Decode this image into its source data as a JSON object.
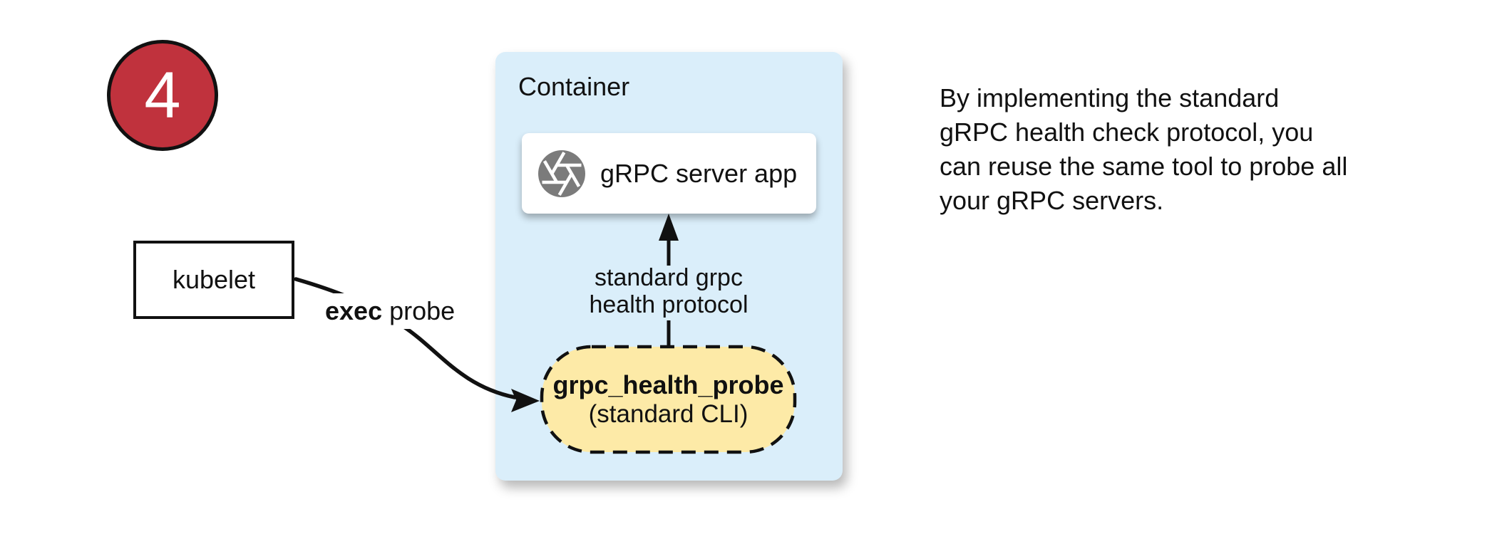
{
  "colors": {
    "badge_red": "#c0323d",
    "container_blue": "#daeefa",
    "probe_yellow": "#fdeaa7",
    "icon_gray": "#7b7b7b",
    "line_black": "#111111"
  },
  "badge": {
    "number": "4"
  },
  "kubelet": {
    "label": "kubelet"
  },
  "container": {
    "title": "Container"
  },
  "server_app": {
    "label": "gRPC server app",
    "icon": "aperture-icon"
  },
  "probe_tool": {
    "name": "grpc_health_probe",
    "subtitle": "(standard CLI)"
  },
  "edges": {
    "exec_probe": {
      "bold": "exec",
      "rest": " probe"
    },
    "health_protocol": {
      "line1": "standard grpc",
      "line2": "health protocol"
    }
  },
  "note": {
    "lines": [
      "By implementing the standard",
      "gRPC health check protocol, you",
      "can reuse the same tool to probe all",
      "your gRPC servers."
    ]
  }
}
